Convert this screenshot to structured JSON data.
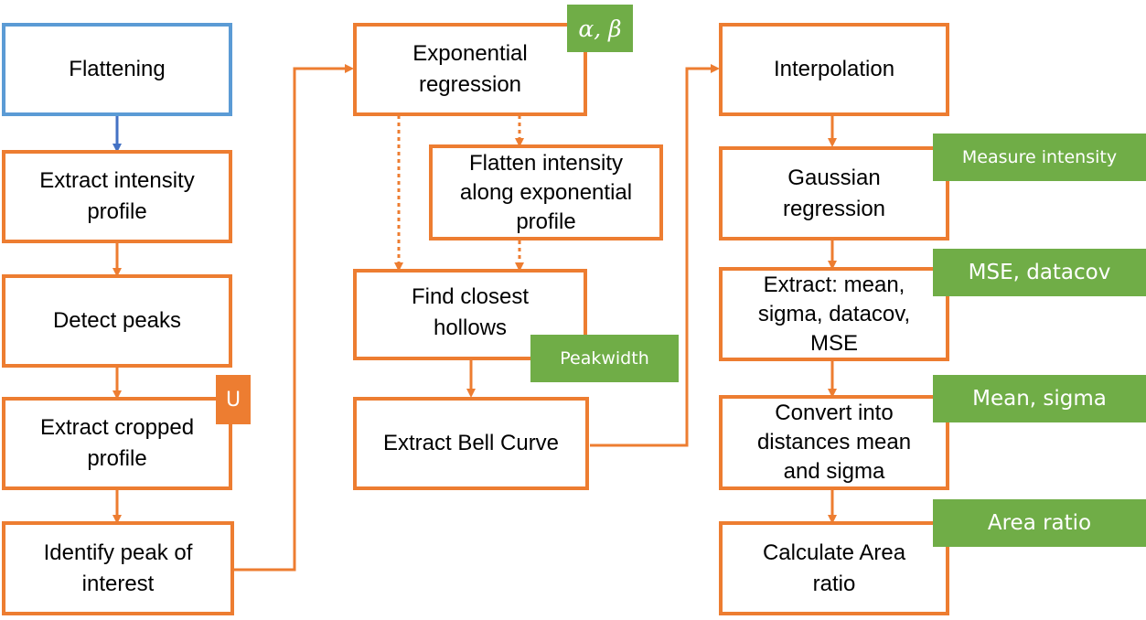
{
  "colors": {
    "box_border": "#ED7D31",
    "start_border": "#5B9BD5",
    "tag_green": "#70AD47",
    "tag_orange": "#ED7D31",
    "arrow_blue": "#4472C4"
  },
  "boxes": {
    "flattening": "Flattening",
    "extract_intensity_profile": "Extract intensity\nprofile",
    "detect_peaks": "Detect peaks",
    "extract_cropped_profile": "Extract cropped\nprofile",
    "identify_peak": "Identify peak of\ninterest",
    "exponential_regression": "Exponential\nregression",
    "flatten_intensity": "Flatten intensity\nalong exponential\nprofile",
    "find_closest_hollows": "Find closest\nhollows",
    "extract_bell_curve": "Extract Bell Curve",
    "interpolation": "Interpolation",
    "gaussian_regression": "Gaussian\nregression",
    "extract_stats": "Extract: mean,\nsigma, datacov,\nMSE",
    "convert_distances": "Convert into\ndistances mean\nand sigma",
    "calculate_area_ratio": "Calculate Area\nratio"
  },
  "tags": {
    "u": "U",
    "alpha_beta": "α, β",
    "peakwidth": "Peakwidth",
    "measure_intensity": "Measure intensity",
    "mse_datacov": "MSE, datacov",
    "mean_sigma": "Mean, sigma",
    "area_ratio": "Area ratio"
  }
}
